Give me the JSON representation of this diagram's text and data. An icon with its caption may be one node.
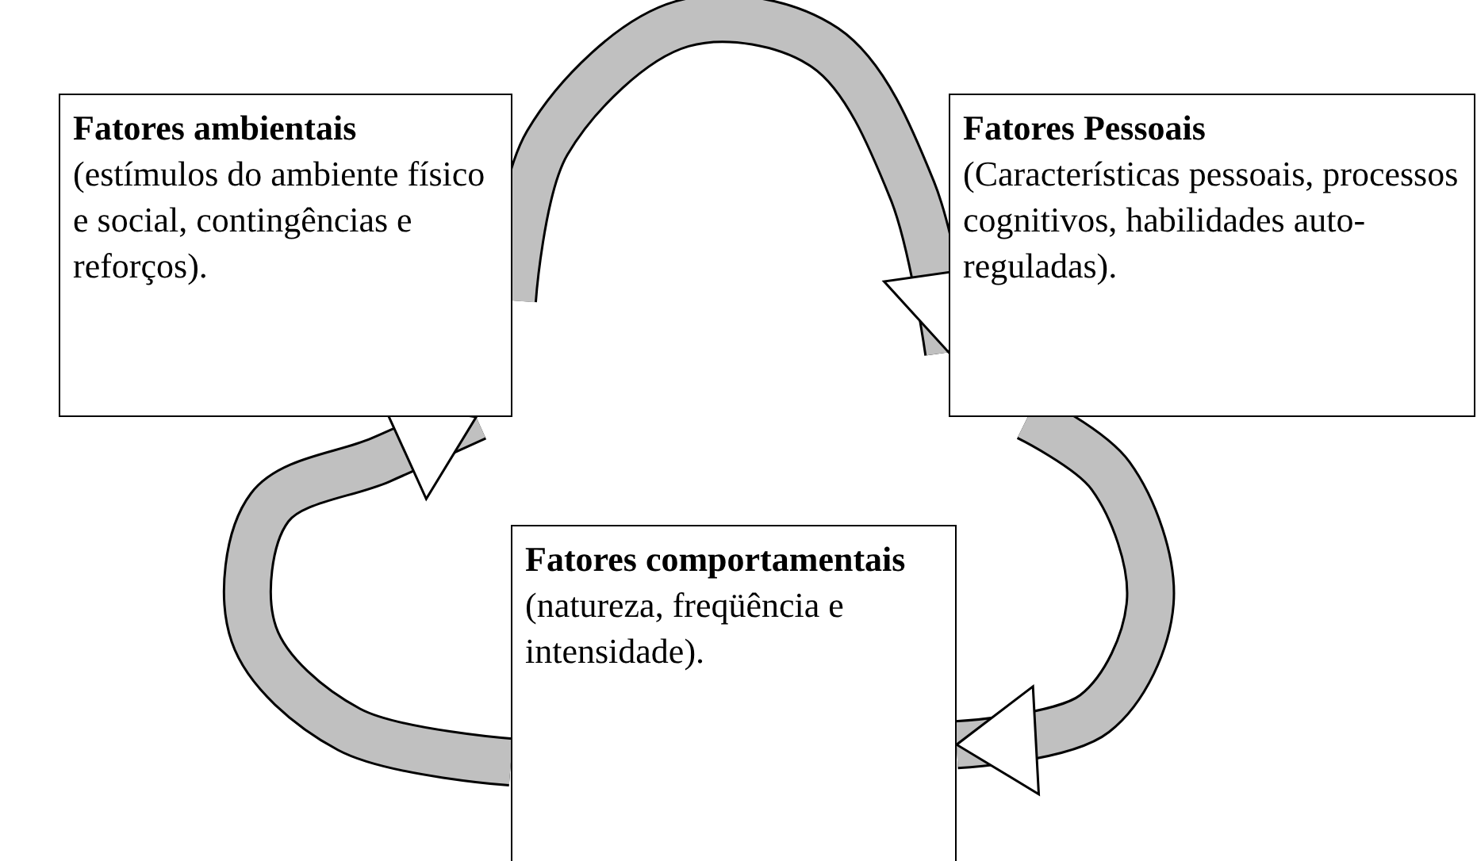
{
  "diagram": {
    "nodes": [
      {
        "text": [
          "Fatores ambientais",
          "(estímulos do ambiente físico e social, contingências e reforços)."
        ]
      },
      {
        "text": [
          "Fatores Pessoais",
          "(Características pessoais, processos cognitivos, habilidades auto-reguladas)."
        ]
      },
      {
        "text": [
          "Fatores comportamentais",
          "(natureza, freqüência e intensidade)."
        ]
      }
    ],
    "edges": [
      {
        "from": 0,
        "to": 1,
        "arrow": "to"
      },
      {
        "from": 1,
        "to": 2,
        "arrow": "to"
      },
      {
        "from": 2,
        "to": 0,
        "arrow": "to"
      }
    ]
  }
}
